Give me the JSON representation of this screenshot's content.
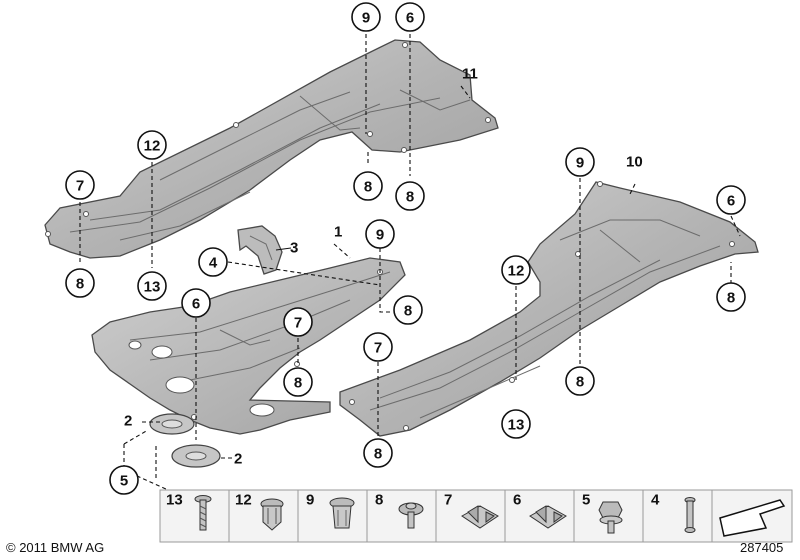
{
  "callouts": {
    "c1": "9",
    "c2": "6",
    "c3": "11",
    "c4": "12",
    "c5": "7",
    "c6": "8",
    "c7": "13",
    "c8": "8",
    "c9": "8",
    "c10": "1",
    "c11": "3",
    "c12": "4",
    "c13": "9",
    "c14": "8",
    "c15": "6",
    "c16": "7",
    "c17": "8",
    "c18": "2",
    "c19": "2",
    "c20": "5",
    "c21": "9",
    "c22": "10",
    "c23": "6",
    "c24": "8",
    "c25": "12",
    "c26": "7",
    "c27": "8",
    "c28": "13",
    "c29": "8"
  },
  "parts_strip": [
    "13",
    "12",
    "9",
    "8",
    "7",
    "6",
    "5",
    "4"
  ],
  "footer": {
    "copyright": "© 2011 BMW AG",
    "diagram_number": "287405"
  }
}
